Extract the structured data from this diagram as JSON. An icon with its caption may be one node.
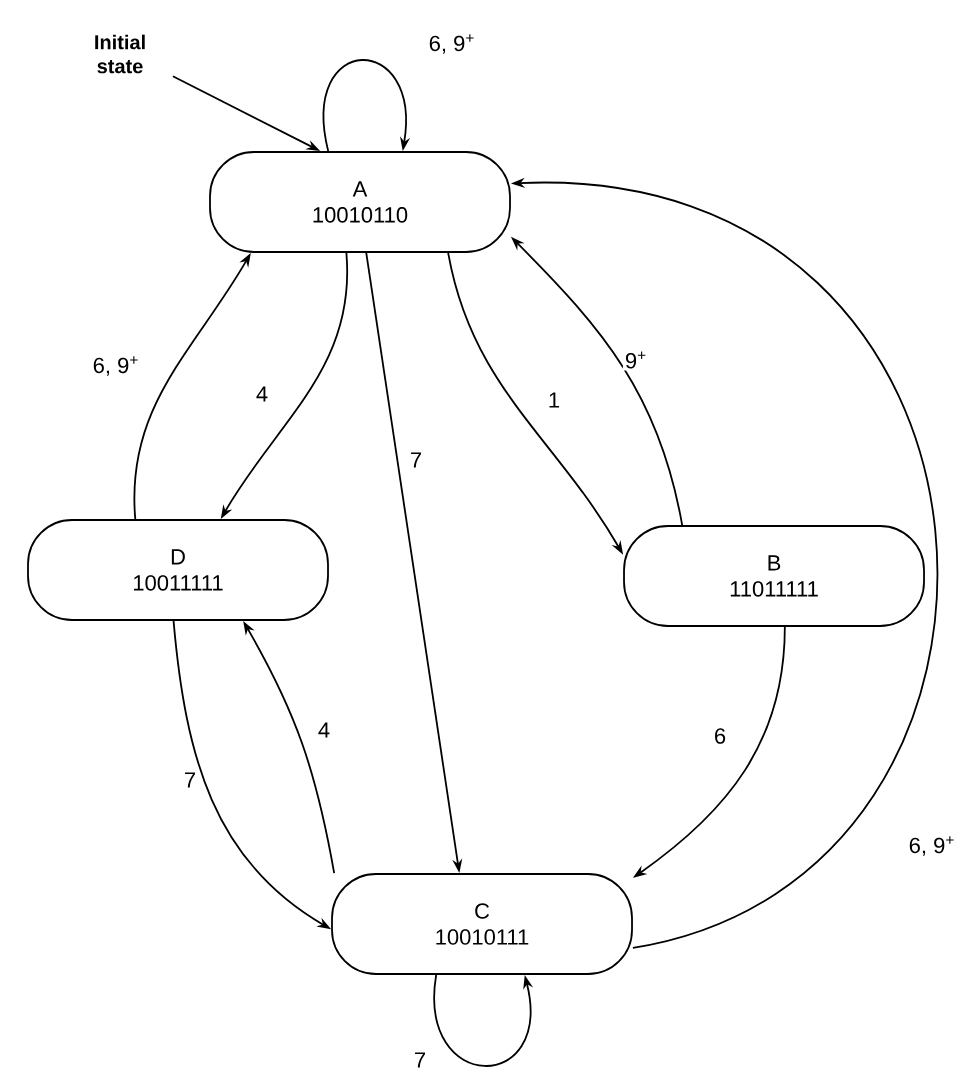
{
  "diagram": {
    "nodes": [
      {
        "text": [
          "Initial state"
        ]
      },
      {
        "text": [
          "A",
          "10010110"
        ]
      },
      {
        "text": [
          "D",
          "10011111"
        ]
      },
      {
        "text": [
          "B",
          "11011111"
        ]
      },
      {
        "text": [
          "C",
          "10010111"
        ]
      }
    ],
    "edges": [
      {
        "from": 0,
        "to": 1,
        "arrow": "to"
      },
      {
        "from": 1,
        "to": 1,
        "arrow": "to",
        "label": "6, 9$^{+}$"
      },
      {
        "from": 1,
        "to": 2,
        "arrow": "to",
        "label": "4"
      },
      {
        "from": 2,
        "to": 1,
        "arrow": "to",
        "label": "6, 9$^{+}$"
      },
      {
        "from": 1,
        "to": 4,
        "arrow": "to",
        "label": "7"
      },
      {
        "from": 1,
        "to": 3,
        "arrow": "to",
        "label": "1"
      },
      {
        "from": 3,
        "to": 1,
        "arrow": "to",
        "label": "9$^{+}$"
      },
      {
        "from": 3,
        "to": 4,
        "arrow": "to",
        "label": "6"
      },
      {
        "from": 4,
        "to": 1,
        "arrow": "to",
        "label": "6, 9$^{+}$"
      },
      {
        "from": 2,
        "to": 4,
        "arrow": "to",
        "label": "7"
      },
      {
        "from": 4,
        "to": 2,
        "arrow": "to",
        "label": "4"
      },
      {
        "from": 4,
        "to": 4,
        "arrow": "to",
        "label": "7"
      }
    ]
  }
}
